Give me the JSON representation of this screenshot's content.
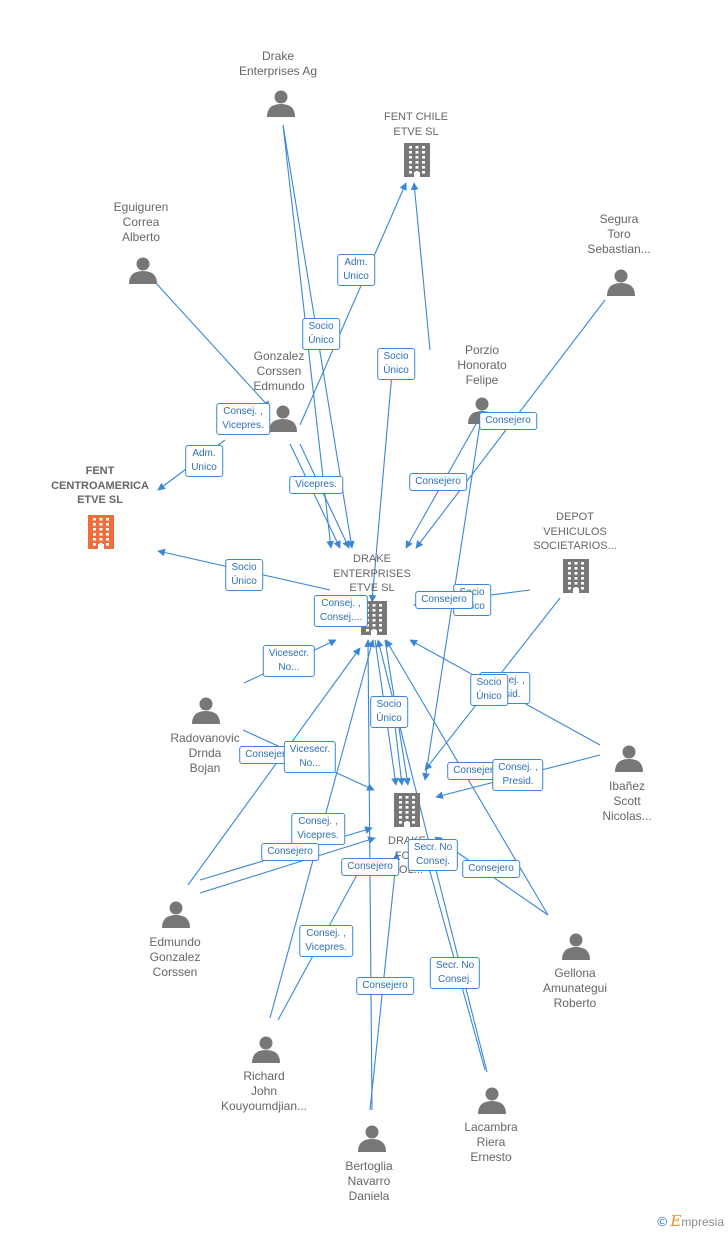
{
  "colors": {
    "edge": "#3b87d6",
    "person_icon": "#777777",
    "company_icon": "#777777",
    "highlight_company": "#f26b3a",
    "label_text": "#666666",
    "edge_label_text": "#2f6fb8"
  },
  "nodes": {
    "drake_ag": {
      "label": "Drake\nEnterprises Ag",
      "kind": "person"
    },
    "fent_chile": {
      "label": "FENT CHILE\nETVE SL",
      "kind": "company"
    },
    "eguiguren": {
      "label": "Eguiguren\nCorrea\nAlberto",
      "kind": "person"
    },
    "segura": {
      "label": "Segura\nToro\nSebastian...",
      "kind": "person"
    },
    "gonzalez_c": {
      "label": "Gonzalez\nCorssen\nEdmundo",
      "kind": "person"
    },
    "porzio": {
      "label": "Porzio\nHonorato\nFelipe",
      "kind": "person"
    },
    "fent_centro": {
      "label": "FENT\nCENTROAMERICA\nETVE SL",
      "kind": "company-highlight"
    },
    "drake_etve": {
      "label": "DRAKE\nENTERPRISES\nETVE SL",
      "kind": "company"
    },
    "depot": {
      "label": "DEPOT\nVEHICULOS\nSOCIETARIOS...",
      "kind": "company"
    },
    "radovanovic": {
      "label": "Radovanovic\nDrnda\nBojan",
      "kind": "person"
    },
    "ibanez": {
      "label": "Ibañez\nScott\nNicolas...",
      "kind": "person"
    },
    "drake_fo": {
      "label": "DRAKE\nFO...\nHOL...",
      "kind": "company"
    },
    "edmundo_g": {
      "label": "Edmundo\nGonzalez\nCorssen",
      "kind": "person"
    },
    "gellona": {
      "label": "Gellona\nAmunategui\nRoberto",
      "kind": "person"
    },
    "richard": {
      "label": "Richard\nJohn\nKouyoumdjian...",
      "kind": "person"
    },
    "lacambra": {
      "label": "Lacambra\nRiera\nErnesto",
      "kind": "person"
    },
    "bertoglia": {
      "label": "Bertoglia\nNavarro\nDaniela",
      "kind": "person"
    }
  },
  "edge_labels": [
    {
      "text": "Adm.\nUnico"
    },
    {
      "text": "Socio\nÚnico"
    },
    {
      "text": "Socio\nÚnico"
    },
    {
      "text": "Consej. ,\nVicepres."
    },
    {
      "text": "Adm.\nUnico"
    },
    {
      "text": "Consejero"
    },
    {
      "text": "Vicepres."
    },
    {
      "text": "Consejero"
    },
    {
      "text": "Socio\nÚnico"
    },
    {
      "text": "Consej. ,\nConsej...."
    },
    {
      "text": "Socio\nÚnico"
    },
    {
      "text": "Consejero"
    },
    {
      "text": "Vicesecr.\nNo..."
    },
    {
      "text": "Consej. ,\nPresid."
    },
    {
      "text": "Socio\nÚnico"
    },
    {
      "text": "Socio\nÚnico"
    },
    {
      "text": "Consejero"
    },
    {
      "text": "Vicesecr.\nNo..."
    },
    {
      "text": "Consejero"
    },
    {
      "text": "Consej. ,\nPresid."
    },
    {
      "text": "Consej. ,\nVicepres."
    },
    {
      "text": "Consejero"
    },
    {
      "text": "Secr. No\nConsej."
    },
    {
      "text": "Consejero"
    },
    {
      "text": "Consejero"
    },
    {
      "text": "Consej. ,\nVicepres."
    },
    {
      "text": "Secr. No\nConsej."
    },
    {
      "text": "Consejero"
    }
  ],
  "footer": {
    "copyright": "©",
    "brand": "mpresia",
    "brand_initial": "E"
  }
}
